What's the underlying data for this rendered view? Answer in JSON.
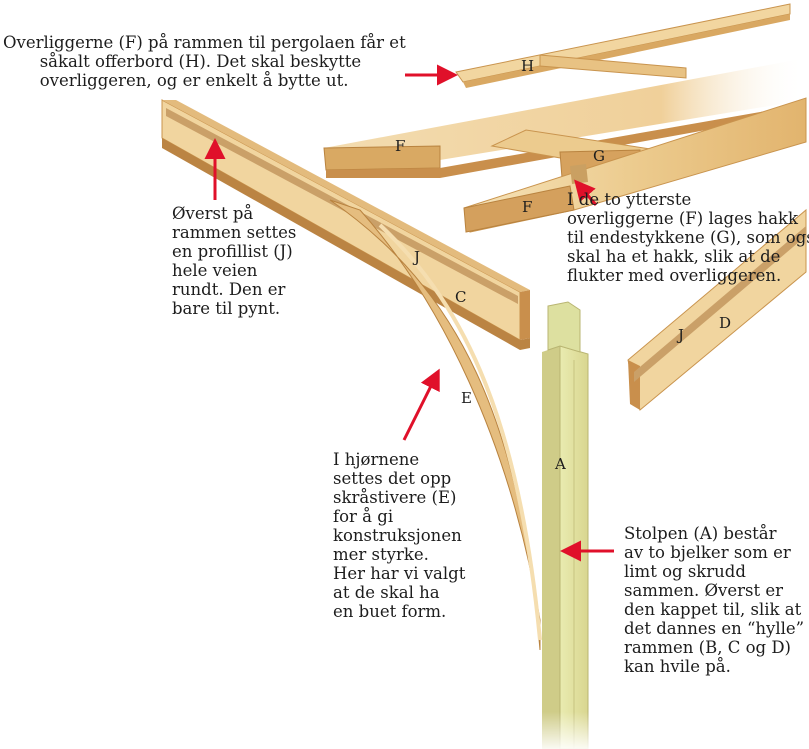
{
  "annotations": {
    "offerbord": "Overliggerne (F) på rammen til pergolaen får et\n       såkalt offerbord (H). Det skal beskytte\n       overliggeren, og er enkelt å bytte ut.",
    "profillist": "Øverst på\nrammen settes\nen profillist (J)\nhele veien\nrundt. Den er\nbare til pynt.",
    "hakk": "I de to ytterste\noverliggerne (F) lages hakk\ntil endestykkene (G), som også\nskal ha et hakk, slik at de\nflukter med overliggeren.",
    "skraastivere": "I hjørnene\nsettes det opp\nskråstivere (E)\nfor å gi\nkonstruksjonen\nmer styrke.\nHer har vi valgt\nat de skal ha\nen buet form.",
    "stolpen": "Stolpen (A) består\nav to bjelker som er\nlimt og skrudd\nsammen. Øverst er\nden kappet til, slik at\ndet dannes en “hylle”\nrammen (B, C og D)\nkan hvile på."
  },
  "part_labels": {
    "H": "H",
    "F_top": "F",
    "F_mid": "F",
    "G": "G",
    "J_left": "J",
    "C": "C",
    "J_right": "J",
    "D": "D",
    "E": "E",
    "A": "A"
  },
  "colors": {
    "wood_light": "#f2d9a8",
    "wood_mid": "#e2b978",
    "wood_dark": "#c98f4c",
    "post_face": "#eef0b0",
    "post_side": "#d6d38c",
    "arrow": "#e0102a"
  }
}
